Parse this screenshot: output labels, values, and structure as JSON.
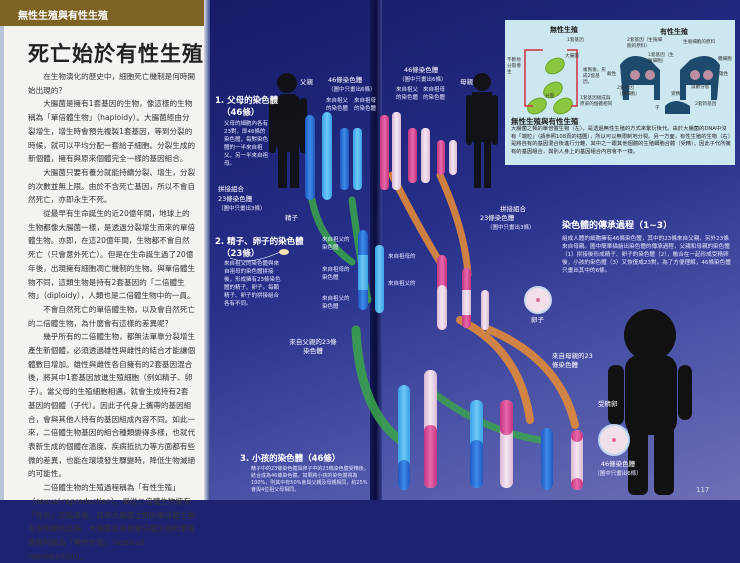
{
  "left_page": {
    "section_header": "無性生殖與有性生殖",
    "title": "死亡始於有性生殖",
    "paragraphs": [
      "在生物演化的歷史中，細胞死亡機制是何時開始出現的？",
      "大腸菌是擁有1套基因的生物，像這樣的生物稱為「單倍體生物」（haploidy）。大腸菌經由分裂增生，增生時會預先複製1套基因，等到分裂的時候，就可以平均分配一套給子細胞。分裂生成的新個體，擁有與原來個體完全一樣的基因組合。",
      "大腸菌只要有養分就能持續分裂、增生，分裂的次數並無上限。由於不含死亡基因，所以不會自然死亡，亦即永生不死。",
      "從最早有生命誕生的近20億年間，地球上的生物都像大腸菌一樣，是透過分裂增生而來的單倍體生物。亦即，在這20億年間，生物都不會自然死亡（只會意外死亡）。但是在生命誕生過了20億年後，出現擁有細胞凋亡機制的生物。與單倍體生物不同，這類生物是持有2套基因的「二倍體生物」（diploidy），人類也是二倍體生物中的一員。",
      "不會自然死亡的單倍體生物，以及會自然死亡的二倍體生物，為什麼會有這樣的差異呢？",
      "幾乎所有的二倍體生物，都無法單靠分裂增生產生新個體，必須透過雄性與雌性的結合才能讓個體數目增加。雄性與雌性各自擁有的2套基因混合後，將其中1套基因放進生殖細胞（例如精子、卵子）。當父母的生殖細胞相遇，就會生成持有2套基因的個體（子代）。因此子代身上攜帶的基因組合，會與其他人持有的基因組成內容不同。如此一來，二倍體生物基因的組合種類變得多樣，也就代表新生成的個體在溫度、疾病抵抗力等方面都有些微的差異，也能在環境發生驟變時，降低生物滅絕的可能性。",
      "二倍體生物的生殖過程稱為「有性生殖」（sexual reproduction）。單從二倍體生物擁有「性別」這點來看，就與大腸菌之類的單倍體生物有很明顯的區隔。大腸菌及其他單倍體生物的繁殖過程則稱為「無性生殖」（asexual reproduction）。"
    ]
  },
  "diagram": {
    "father": "父親",
    "mother": "母親",
    "father_chromosomes": {
      "title": "46條染色體",
      "note": "（圖中只畫出6條）",
      "from_grandfather": "來自祖父的染色體",
      "from_grandmother": "來自祖母的染色體"
    },
    "mother_chromosomes": {
      "title": "46條染色體",
      "note": "（圖中只畫出6條）",
      "from_grandfather": "來自祖父的染色體",
      "from_grandmother": "來自祖母的染色體"
    },
    "step1": {
      "title": "1. 父母的染色體",
      "count": "（46條）",
      "text": "父母的細胞內各有23對，即46條的染色體，每對染色體的一半來自祖父，另一半來自祖母。"
    },
    "sperm_combo": {
      "title": "拼接組合",
      "count": "23條染色體",
      "note": "（圖中只畫出3條）",
      "label": "精子"
    },
    "egg_combo": {
      "title": "拼接組合",
      "count": "23條染色體",
      "note": "（圖中只畫出3條）",
      "label": "卵子"
    },
    "step2": {
      "title": "2. 精子、卵子的染色體",
      "count": "（23條）",
      "text": "來自祖父的染色體與來自祖母的染色體拼接後，形成擁有23條染色體的精子、卵子。每顆精子、卵子的拼接組合各有不同。"
    },
    "sperm_segments": [
      "來自祖父的染色體",
      "來自祖母的染色體",
      "來自祖父的染色體"
    ],
    "mid_segments": [
      "來自祖母的",
      "來自祖父的"
    ],
    "from_father": "來自父親的23條染色體",
    "from_mother": "來自母親的23條染色體",
    "fertilized_egg": "受精卵",
    "child_chromosomes": {
      "title": "46條染色體",
      "note": "（圖中只畫出6條）"
    },
    "step3": {
      "title": "3. 小孩的染色體（46條）",
      "text": "精子中的23條染色體與卵子中的23條染色體受精後，結合成為46條染色體。如果將小孩的染色體視為100%，則其中有50%會與父親及母親相同，約25%會與4位祖父母相同。"
    },
    "process": {
      "title": "染色體的傳承過程（1~3）",
      "text": "組成人體的細胞擁有46條染色體，其中的23條來自父親，另外23條來自母親。圖中簡單描繪出染色體的傳承過程，父親和母親的染色體（1）拼接後形成精子、卵子的染色體（2），融合在一起形成受精卵後，小孩的染色體（3）又恢復成23對。為了方便理解，46條染色體只畫出其中的6條。"
    },
    "page_number": "117",
    "colors": {
      "paternal": "#2f6fd1",
      "maternal": "#d4448f",
      "arrow_green": "#3aa64a",
      "arrow_orange": "#e08a3a"
    }
  },
  "inset": {
    "asexual_title": "無性生殖",
    "sexual_title": "有性生殖",
    "asexual_labels": [
      "1套基因",
      "大腸菌",
      "不斷地分裂增生",
      "複製後，形成2套基因。",
      "分裂",
      "1套基因組成與原來的個體相同"
    ],
    "sexual_labels": [
      "2套基因（生殖細胞的原料）",
      "生殖細胞的原料",
      "1套基因（生殖細胞）",
      "體細胞",
      "雌性",
      "雄性",
      "2套基因（體細胞）",
      "減數分裂",
      "受精",
      "2套新基因",
      "子"
    ],
    "desc_title": "無性生殖與有性生殖",
    "desc": "大腸菌之類的單倍體生物（左），是透過無性生殖的方式來繁衍後代。由於大腸菌的DNA中沒有「端粒」（請參照108頁的插圖），所以可以無限制地分裂。另一方面，有性生殖的生物（右）是將自有的基因混合後進行分離，其中之一跟其他個體的生殖細胞合體（受精）。因此子代所擁有的基因組合，與別人身上的基因組合內容會不一樣。"
  }
}
